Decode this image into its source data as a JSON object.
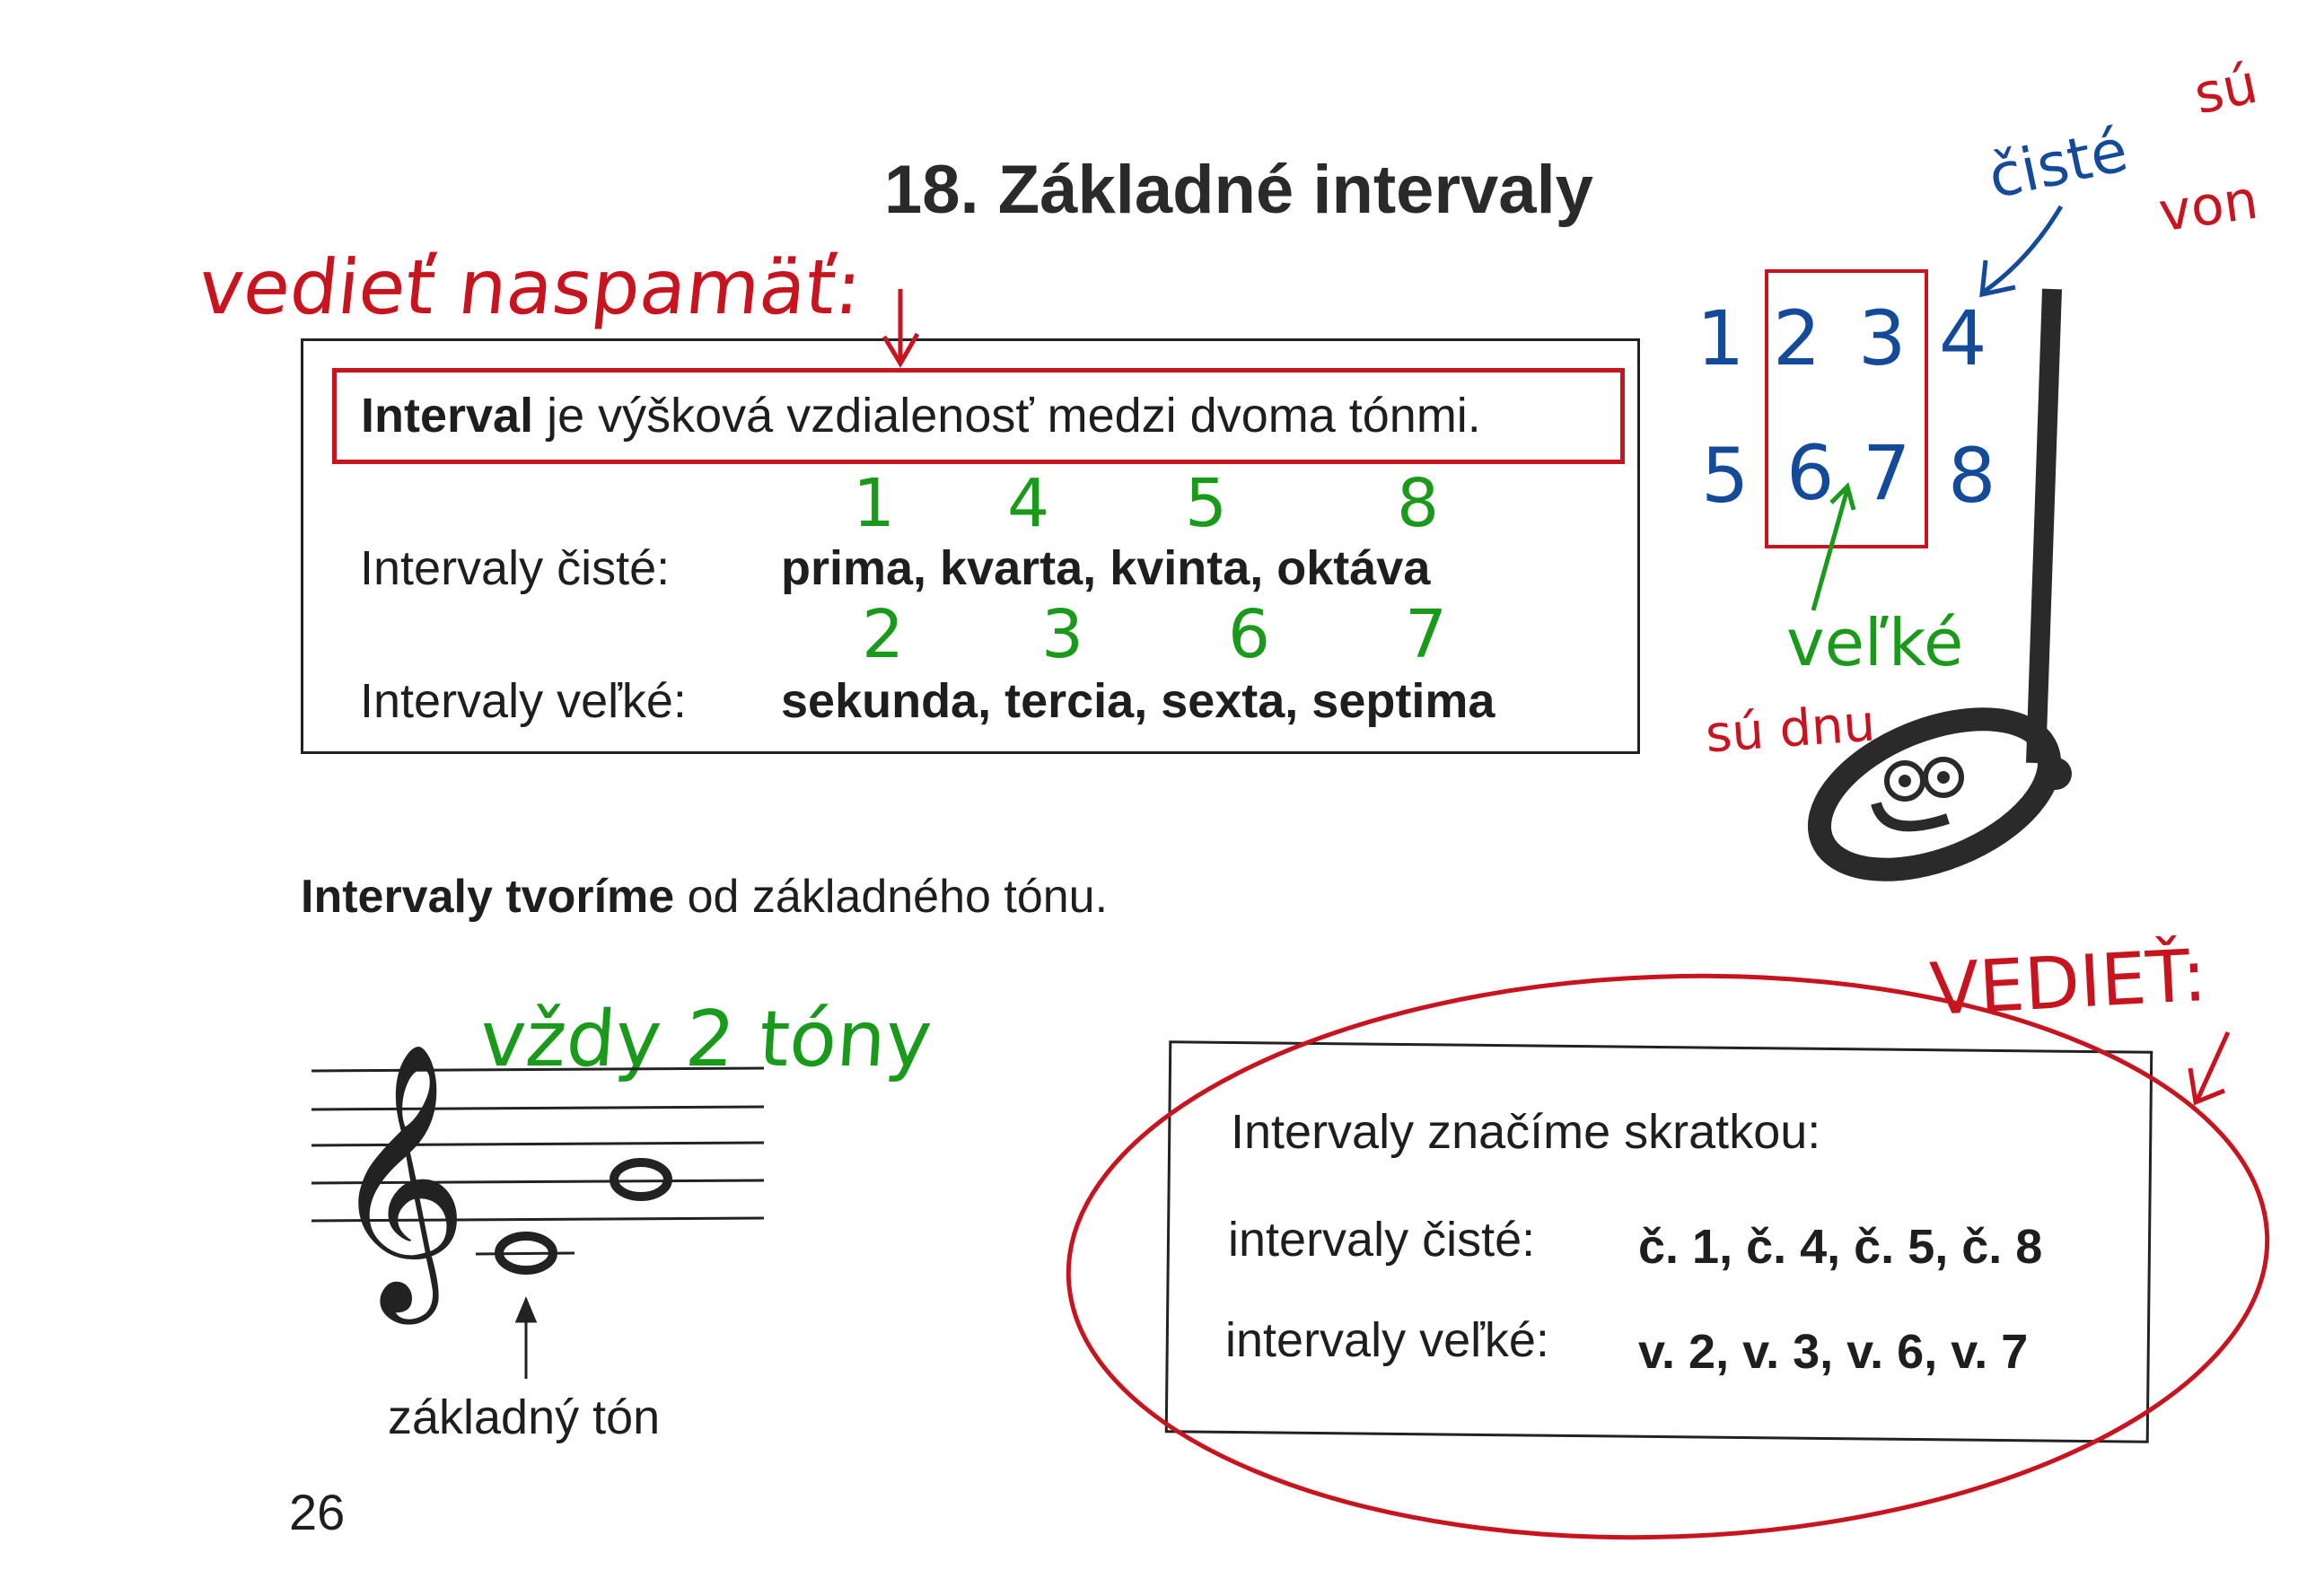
{
  "title": "18. Základné intervaly",
  "annotation_memorize": "vedieť naspamäť:",
  "definition": {
    "bold": "Interval",
    "rest": "je výšková vzdialenosť medzi dvoma tónmi."
  },
  "rows": [
    {
      "label": "Intervaly čisté:",
      "values": "prima, kvarta, kvinta, oktáva",
      "hand_numbers": [
        "1",
        "4",
        "5",
        "8"
      ]
    },
    {
      "label": "Intervaly veľké:",
      "values": "sekunda, tercia, sexta, septima",
      "hand_numbers": [
        "2",
        "3",
        "6",
        "7"
      ]
    }
  ],
  "side_numbers": {
    "top": [
      "1",
      "2",
      "3",
      "4"
    ],
    "bottom": [
      "5",
      "6",
      "7",
      "8"
    ]
  },
  "side_notes": {
    "pure_a": "čisté",
    "pure_b": "sú",
    "pure_c": "von",
    "major_a": "veľké",
    "major_b": "sú dnu"
  },
  "creation": {
    "bold": "Intervaly tvoríme",
    "rest": "od základného tónu."
  },
  "always_two": "vždy 2 tóny",
  "base_tone": "základný tón",
  "page_number": "26",
  "abbrev": {
    "heading": "Intervaly značíme skratkou:",
    "rows": [
      {
        "label": "intervaly čisté:",
        "values": "č. 1, č. 4, č. 5, č. 8"
      },
      {
        "label": "intervaly veľké:",
        "values": "v. 2, v. 3, v. 6, v. 7"
      }
    ]
  },
  "annotation_know": "VEDIEŤ:",
  "colors": {
    "red": "#c8141e",
    "green": "#1a9a1a",
    "blue": "#144a9a"
  }
}
